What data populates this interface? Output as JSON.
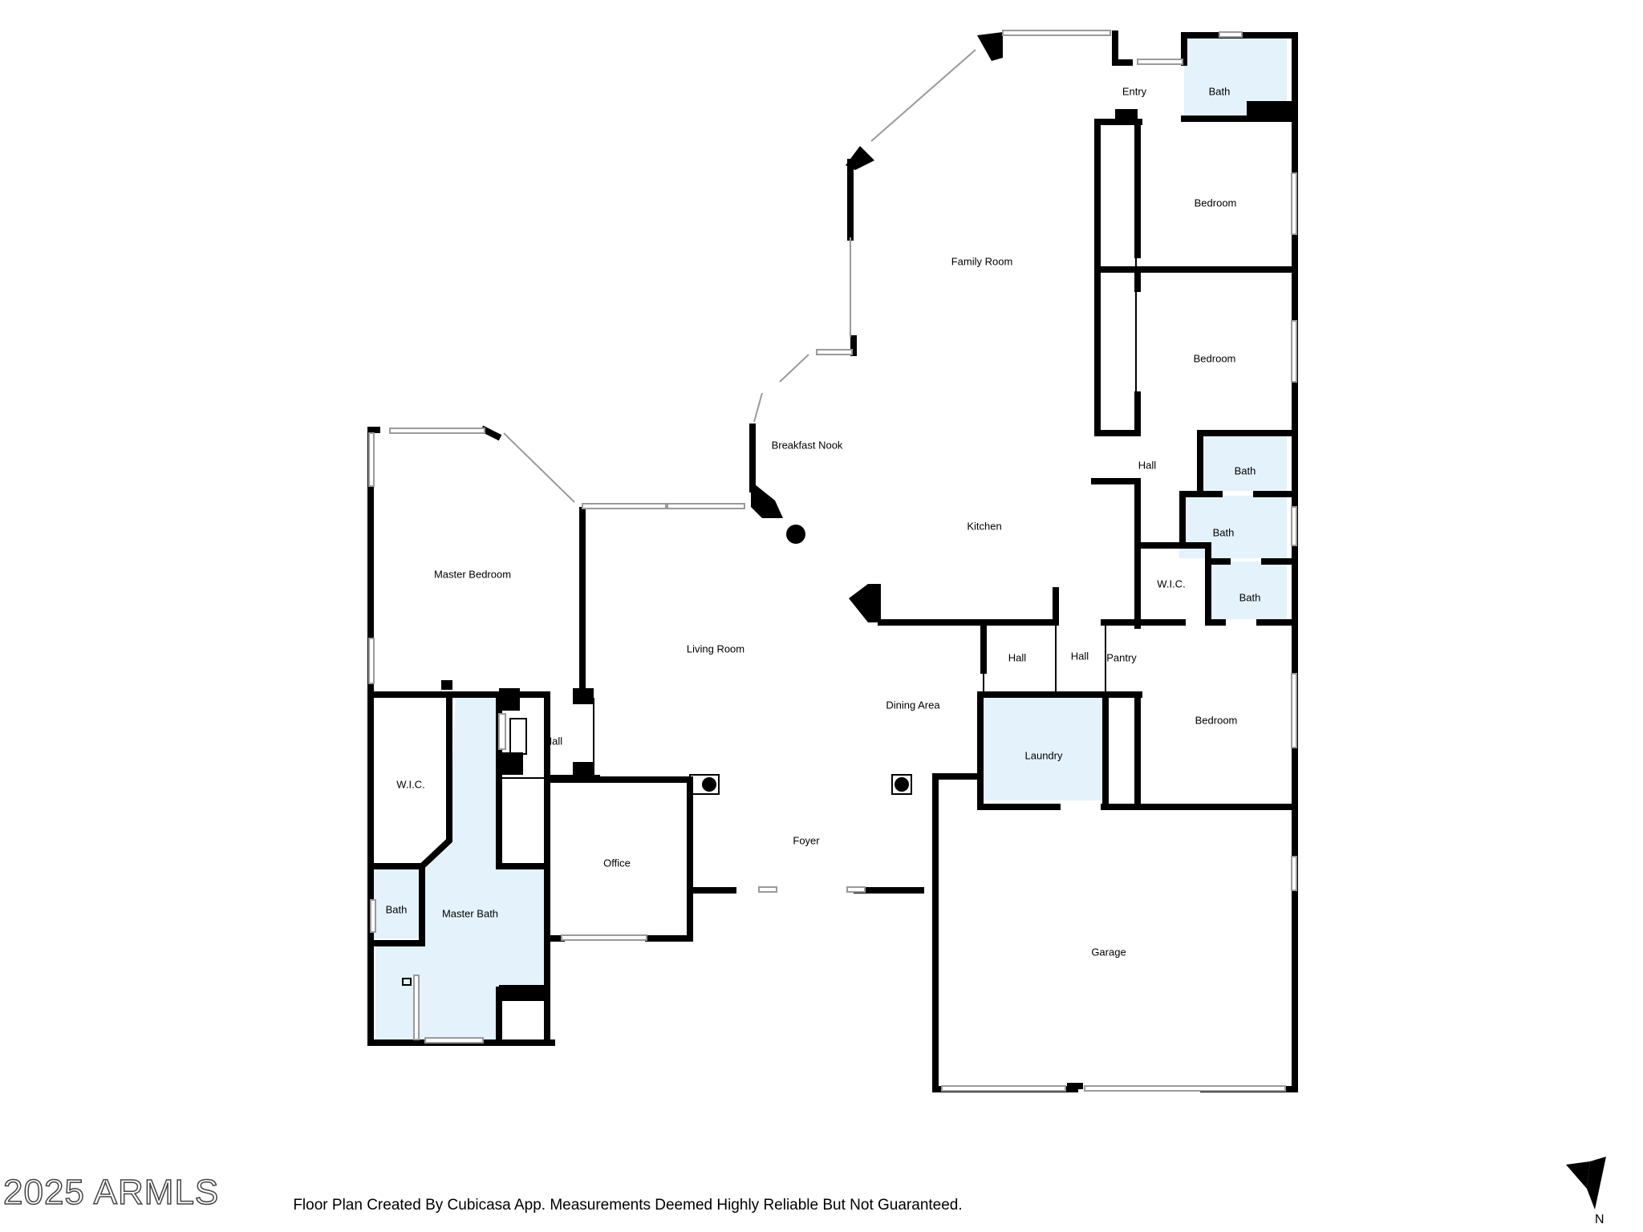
{
  "rooms": {
    "entry": "Entry",
    "bath_top": "Bath",
    "bedroom_1": "Bedroom",
    "family_room": "Family Room",
    "bedroom_2": "Bedroom",
    "breakfast_nook": "Breakfast Nook",
    "hall_right": "Hall",
    "bath_2": "Bath",
    "kitchen": "Kitchen",
    "bath_3": "Bath",
    "wic_right": "W.I.C.",
    "bath_4": "Bath",
    "master_bedroom": "Master Bedroom",
    "living_room": "Living Room",
    "hall_center_1": "Hall",
    "hall_center_2": "Hall",
    "pantry": "Pantry",
    "dining_area": "Dining Area",
    "bedroom_3": "Bedroom",
    "hall_left": "Hall",
    "laundry": "Laundry",
    "wic_left": "W.I.C.",
    "foyer": "Foyer",
    "office": "Office",
    "bath_left": "Bath",
    "master_bath": "Master Bath",
    "garage": "Garage"
  },
  "footer": {
    "copyright": "2025 ARMLS",
    "note": "Floor Plan Created By Cubicasa App. Measurements Deemed Highly Reliable But Not Guaranteed.",
    "compass_label": "N"
  },
  "colors": {
    "wall": "#000000",
    "wet_area": "#e3f2fb",
    "window": "#9a9a9a"
  },
  "icons": {
    "compass": "north-arrow-icon"
  }
}
